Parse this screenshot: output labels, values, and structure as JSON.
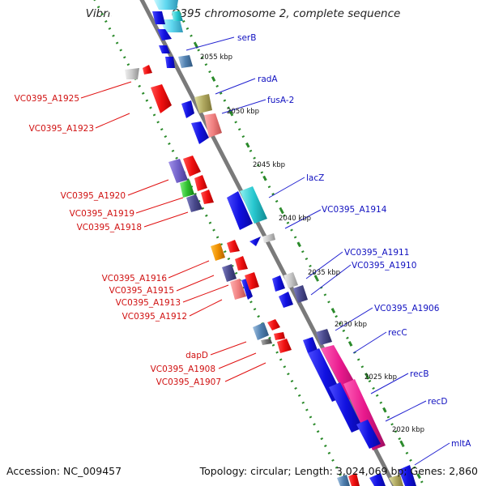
{
  "title": "Vibrio cholerae O395 chromosome 2, complete sequence",
  "footer": {
    "accession": "Accession: NC_009457",
    "topology": "Topology: circular; Length: 3,024,069 bp; Genes: 2,860"
  },
  "ticks": [
    "2055 kbp",
    "2050 kbp",
    "2045 kbp",
    "2040 kbp",
    "2035 kbp",
    "2030 kbp",
    "2025 kbp",
    "2020 kbp"
  ],
  "right_labels": [
    "serB",
    "radA",
    "fusA-2",
    "lacZ",
    "VC0395_A1914",
    "VC0395_A1911",
    "VC0395_A1910",
    "VC0395_A1906",
    "recC",
    "recB",
    "recD",
    "mltA"
  ],
  "left_labels": [
    "VC0395_A1925",
    "VC0395_A1923",
    "VC0395_A1920",
    "VC0395_A1919",
    "VC0395_A1918",
    "VC0395_A1916",
    "VC0395_A1915",
    "VC0395_A1913",
    "VC0395_A1912",
    "dapD",
    "VC0395_A1908",
    "VC0395_A1907"
  ],
  "colors": {
    "backbone": "#808080",
    "forward_label": "#1010c0",
    "reverse_label": "#d01010",
    "tick_dots": "#2a8a2a",
    "gene_blue": "#1515e0",
    "gene_red": "#f01010",
    "gene_magenta": "#e8188c",
    "gene_cyan": "#28c8d0",
    "gene_slate": "#4a4a8c"
  }
}
